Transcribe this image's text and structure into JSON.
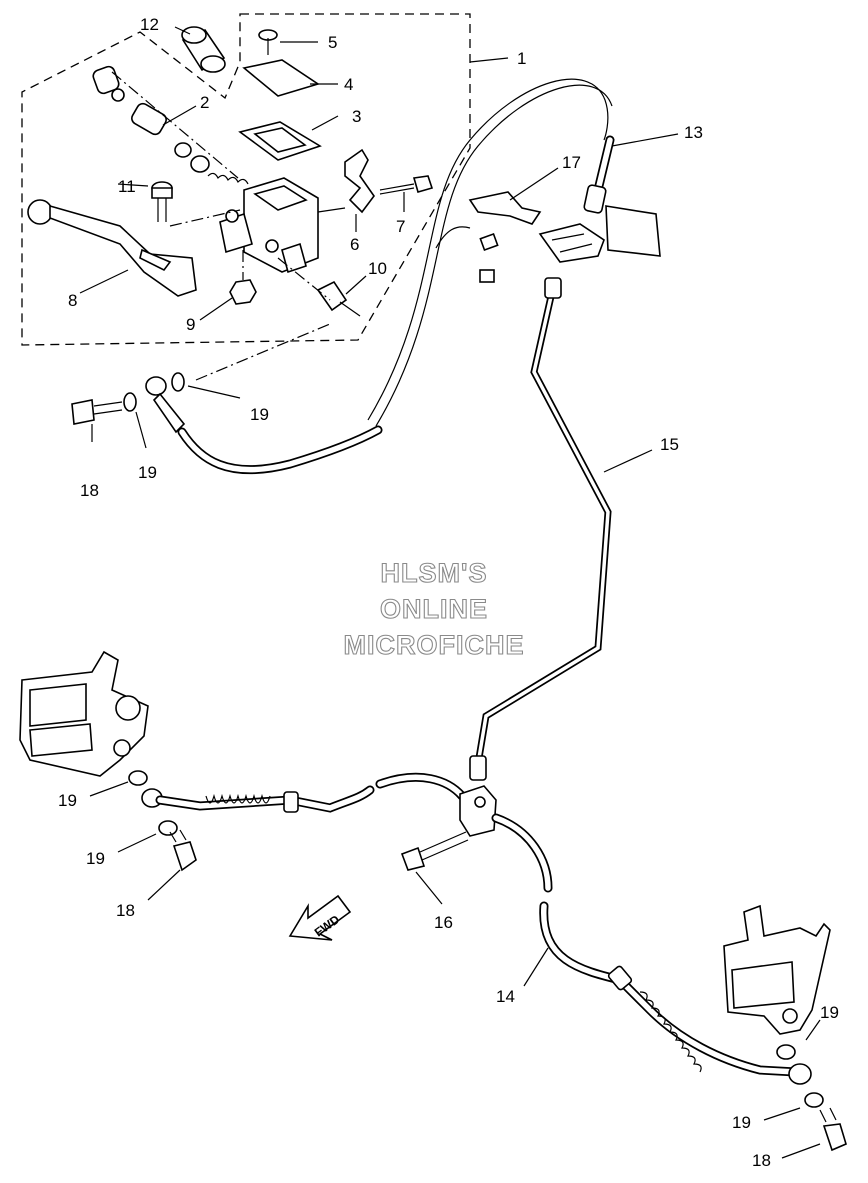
{
  "diagram": {
    "callouts": [
      {
        "id": "c1",
        "label": "1"
      },
      {
        "id": "c2",
        "label": "2"
      },
      {
        "id": "c3",
        "label": "3"
      },
      {
        "id": "c4",
        "label": "4"
      },
      {
        "id": "c5",
        "label": "5"
      },
      {
        "id": "c6",
        "label": "6"
      },
      {
        "id": "c7",
        "label": "7"
      },
      {
        "id": "c8",
        "label": "8"
      },
      {
        "id": "c9",
        "label": "9"
      },
      {
        "id": "c10",
        "label": "10"
      },
      {
        "id": "c11",
        "label": "11"
      },
      {
        "id": "c12",
        "label": "12"
      },
      {
        "id": "c13",
        "label": "13"
      },
      {
        "id": "c14",
        "label": "14"
      },
      {
        "id": "c15",
        "label": "15"
      },
      {
        "id": "c16",
        "label": "16"
      },
      {
        "id": "c17",
        "label": "17"
      },
      {
        "id": "c18a",
        "label": "18"
      },
      {
        "id": "c18b",
        "label": "18"
      },
      {
        "id": "c18c",
        "label": "18"
      },
      {
        "id": "c19a",
        "label": "19"
      },
      {
        "id": "c19b",
        "label": "19"
      },
      {
        "id": "c19c",
        "label": "19"
      },
      {
        "id": "c19d",
        "label": "19"
      },
      {
        "id": "c19e",
        "label": "19"
      },
      {
        "id": "c19f",
        "label": "19"
      }
    ],
    "watermark": {
      "line1": "HLSM'S",
      "line2": "ONLINE",
      "line3": "MICROFICHE"
    },
    "direction_arrow": {
      "label": "FWD",
      "icon": "fwd-arrow-icon"
    }
  }
}
